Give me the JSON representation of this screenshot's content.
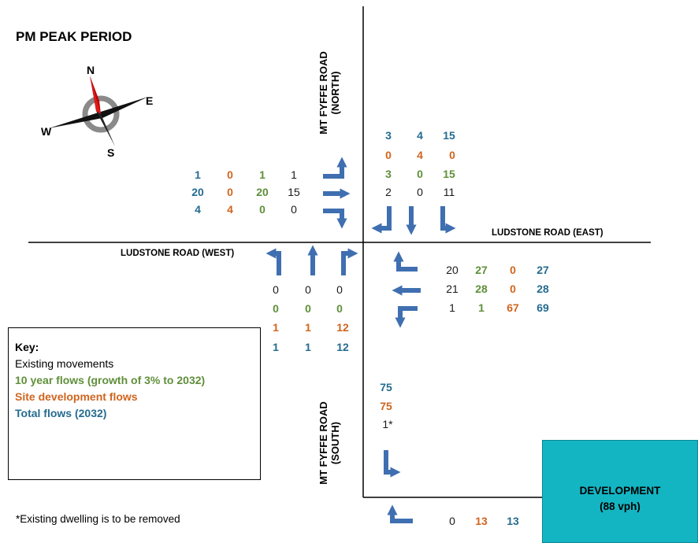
{
  "title": "PM PEAK PERIOD",
  "roads": {
    "north": [
      "MT FYFFE ROAD",
      "(NORTH)"
    ],
    "south": [
      "MT FYFFE ROAD",
      "(SOUTH)"
    ],
    "west": "LUDSTONE ROAD (WEST)",
    "east": "LUDSTONE ROAD (EAST)"
  },
  "compass": {
    "n": "N",
    "e": "E",
    "s": "S",
    "w": "W"
  },
  "colors": {
    "existing": "#1a1a1a",
    "growth": "#5f8f3a",
    "site": "#d0651f",
    "total": "#256b8f",
    "arrow": "#3f6fb0",
    "development": "#14b5c3"
  },
  "west_approach": {
    "rows": [
      [
        "1",
        "0",
        "1",
        "1"
      ],
      [
        "20",
        "0",
        "20",
        "15"
      ],
      [
        "4",
        "4",
        "0",
        "0"
      ]
    ]
  },
  "north_approach": {
    "rows": [
      [
        "3",
        "4",
        "15"
      ],
      [
        "0",
        "4",
        "0"
      ],
      [
        "3",
        "0",
        "15"
      ],
      [
        "2",
        "0",
        "11"
      ]
    ]
  },
  "east_approach": {
    "rows": [
      [
        "20",
        "27",
        "0",
        "27"
      ],
      [
        "21",
        "28",
        "0",
        "28"
      ],
      [
        "1",
        "1",
        "67",
        "69"
      ]
    ]
  },
  "south_approach": {
    "rows": [
      [
        "0",
        "0",
        "0"
      ],
      [
        "0",
        "0",
        "0"
      ],
      [
        "1",
        "1",
        "12"
      ],
      [
        "1",
        "1",
        "12"
      ]
    ]
  },
  "south_exit": {
    "total": "75",
    "site": "75",
    "existing": "1*"
  },
  "development_access": {
    "existing": "0",
    "site": "13",
    "total": "13"
  },
  "key": {
    "title": "Key:",
    "existing": "Existing movements",
    "growth": "10 year flows (growth of 3% to 2032)",
    "site": "Site development flows",
    "total": "Total flows (2032)"
  },
  "development": {
    "label": "DEVELOPMENT",
    "rate": "(88 vph)"
  },
  "footnote": "*Existing dwelling is to be removed"
}
